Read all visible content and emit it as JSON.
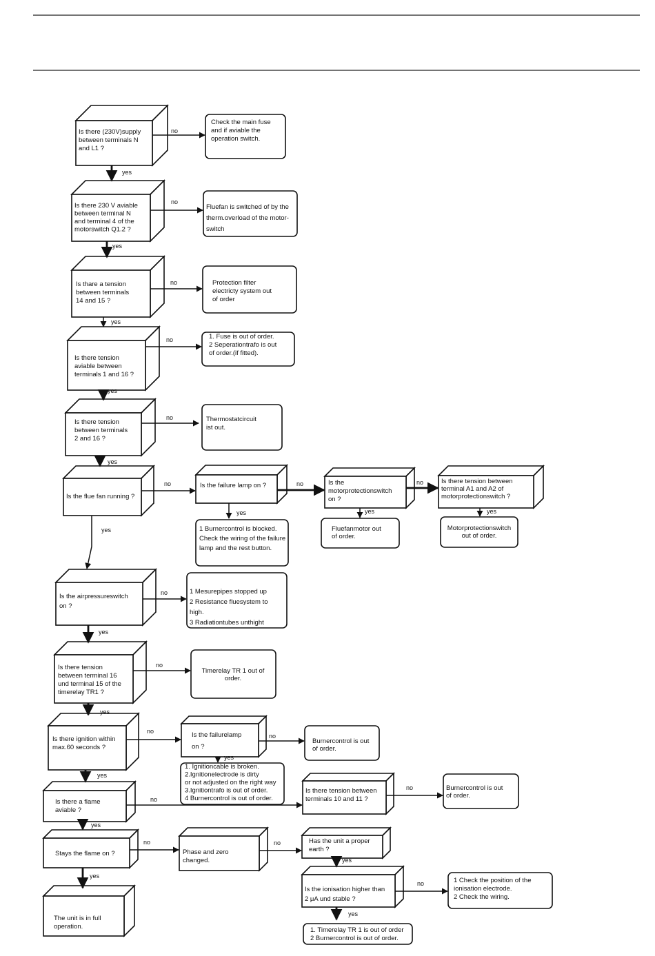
{
  "questions": {
    "q1": [
      "Is there (230V)supply",
      "between terminals N",
      "and L1 ?"
    ],
    "q2": [
      "Is there 230 V aviable",
      "between terminal N",
      "and terminal 4 of the",
      "motorswitch Q1.2 ?"
    ],
    "q3": [
      "Is thare a tension",
      "between terminals",
      "14 and 15 ?"
    ],
    "q4": [
      "Is there tension",
      "aviable between",
      "terminals 1 and 16 ?"
    ],
    "q5": [
      "Is there tension",
      "between terminals",
      "2 and 16 ?"
    ],
    "q6": [
      "Is the flue fan running ?"
    ],
    "q7": [
      "Is the failure lamp on ?"
    ],
    "q8": [
      "Is the",
      "motorprotectionswitch",
      "on ?"
    ],
    "q9": [
      "Is there tension between",
      "terminal A1 and A2 of",
      "motorprotectionswitch ?"
    ],
    "q10": [
      "Is the airpressureswitch",
      "on ?"
    ],
    "q11": [
      "Is there tension",
      "between terminal 16",
      "und terminal 15 of the",
      "timerelay TR1 ?"
    ],
    "q12": [
      "Is there ignition within",
      "max.60 seconds ?"
    ],
    "q13": [
      "Is the failurelamp",
      "on ?"
    ],
    "q14": [
      "Is there a flame",
      "aviable ?"
    ],
    "q15": [
      "Is there tension between",
      "terminals 10 and 11 ?"
    ],
    "q16": [
      "Stays the flame on ?"
    ],
    "q17": [
      "Phase and zero",
      "changed."
    ],
    "q18": [
      "Has the unit a proper",
      "earth ?"
    ],
    "q19": [
      "Is the ionisation higher than",
      "2 μA und stable ?"
    ],
    "q20": [
      "The unit is in full",
      "operation."
    ]
  },
  "results": {
    "r1": [
      "Check the main fuse",
      "and if aviable the",
      "operation switch."
    ],
    "r2": [
      "Fluefan is switched of by the",
      "therm.overload of the motor-",
      "switch"
    ],
    "r3": [
      "Protection filter",
      "electricty system out",
      "of order"
    ],
    "r4": [
      "1. Fuse is out of order.",
      "2 Seperationtrafo is out",
      "of order.(if fitted)."
    ],
    "r5": [
      "Thermostatcircuit",
      "ist out."
    ],
    "r6": [
      "1 Burnercontrol is blocked.",
      "Check the wiring of the failure",
      "lamp and the rest button."
    ],
    "r7": [
      "Fluefanmotor out",
      "of order."
    ],
    "r8": [
      "Motorprotectionswitch",
      "out of order."
    ],
    "r9": [
      "1 Mesurepipes stopped up",
      "2 Resistance fluesystem to",
      "high.",
      "3 Radiationtubes unthight"
    ],
    "r10": [
      "Timerelay TR 1 out of",
      "order."
    ],
    "r11": [
      "Burnercontrol is out",
      "of order."
    ],
    "r12": [
      "1. Ignitioncable is broken.",
      "2.Ignitionelectrode is dirty",
      "or not adjusted on the right way",
      "3.Ignitiontrafo is out of order.",
      "4 Burnercontrol is out of order."
    ],
    "r13": [
      "Burnercontrol is out",
      "of order."
    ],
    "r14": [
      "1 Check the position of the",
      "ionisation electrode.",
      "2  Check the wiring."
    ],
    "r15": [
      "1. Timerelay TR 1 is out of order",
      "2  Burnercontrol is out of order."
    ]
  },
  "labels": {
    "yes": "yes",
    "no": "no"
  }
}
